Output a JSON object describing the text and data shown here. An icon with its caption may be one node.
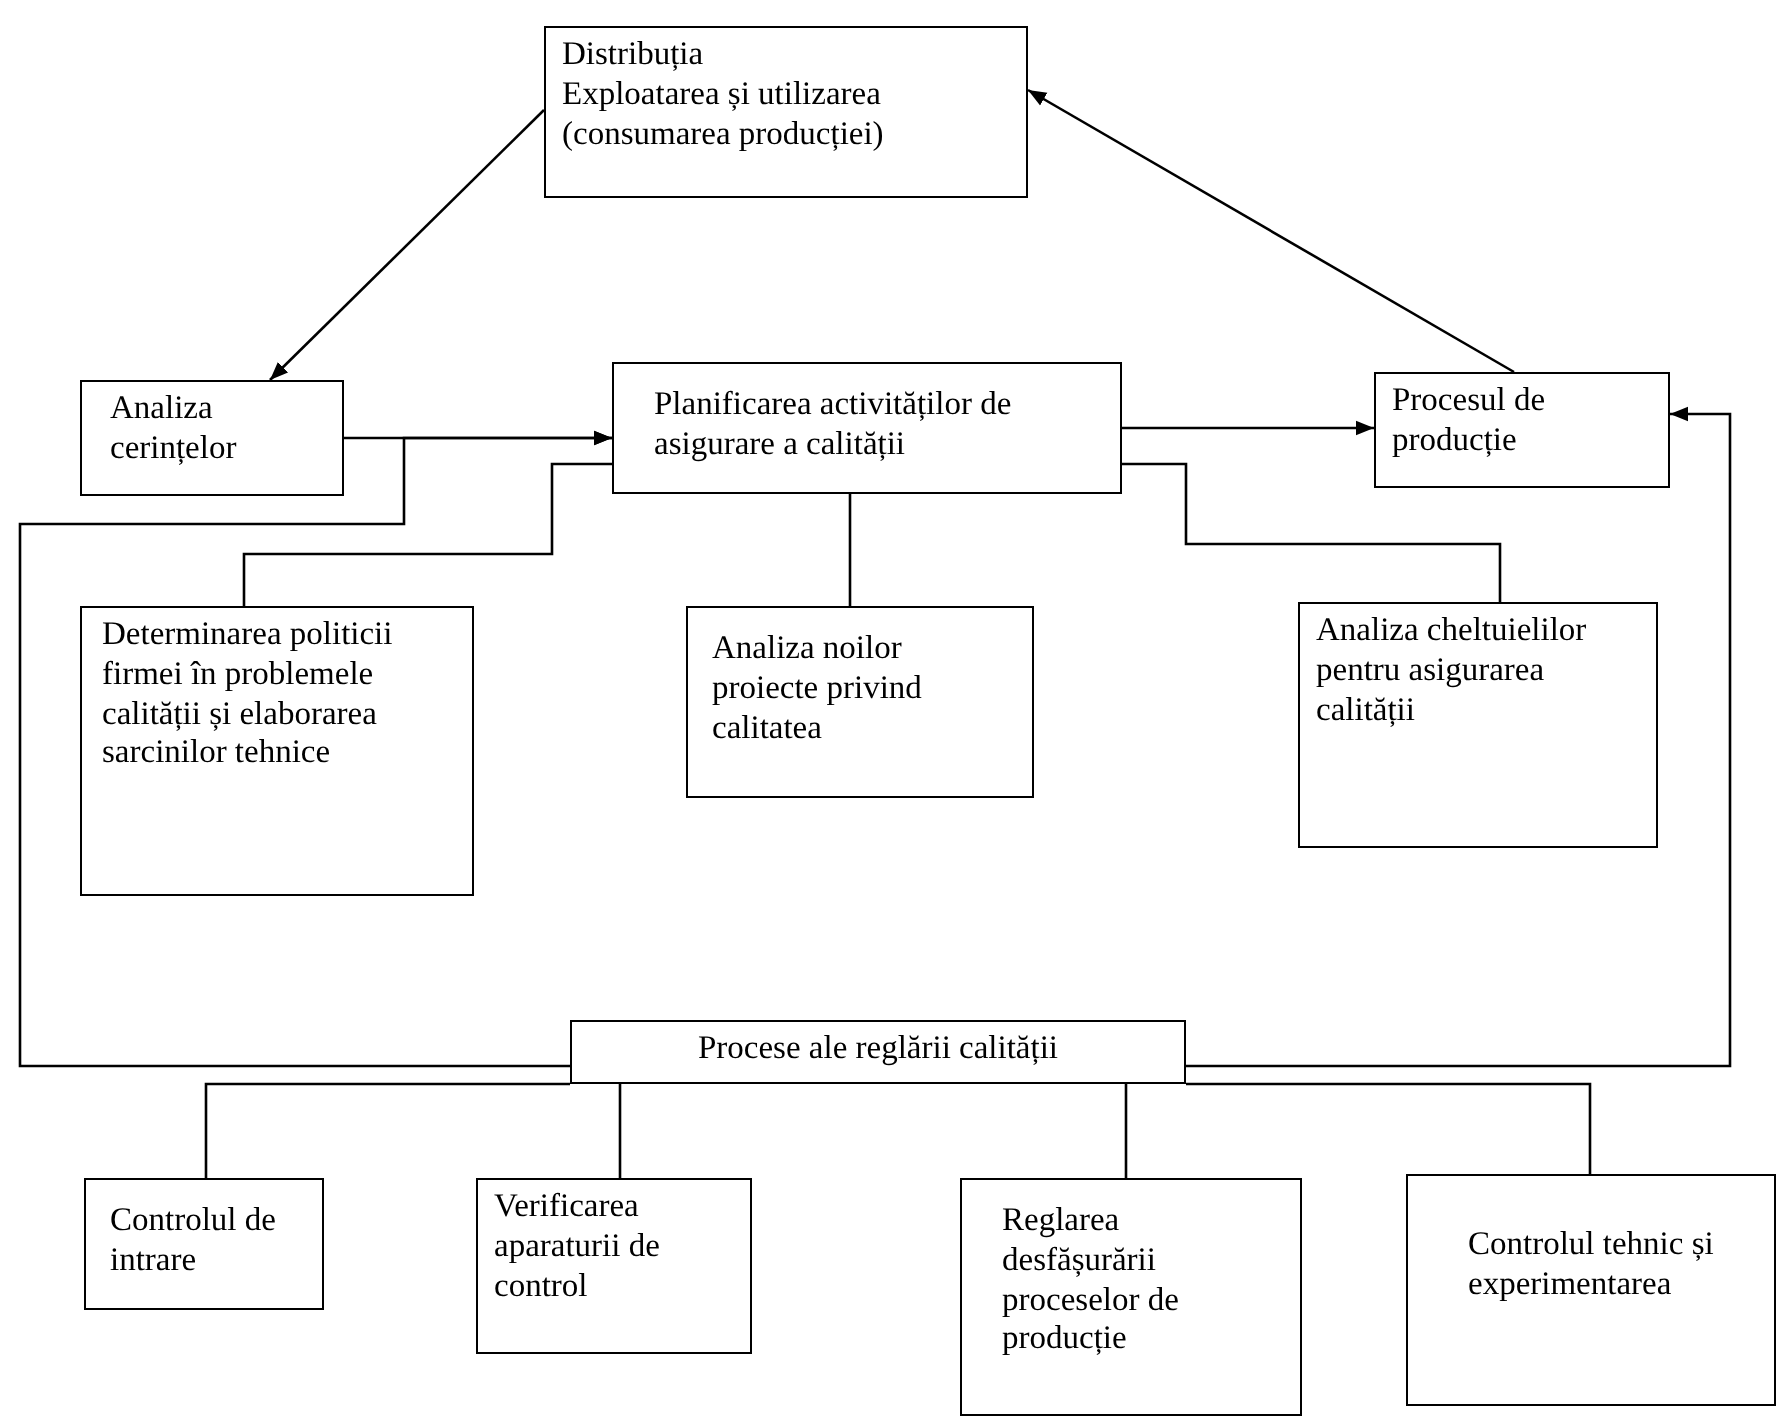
{
  "diagram": {
    "nodes": [
      {
        "text": [
          "Distribuția",
          "Exploatarea și utilizarea (consumarea producției)"
        ]
      },
      {
        "text": [
          "Analiza cerințelor"
        ]
      },
      {
        "text": [
          "Planificarea activităților de asigurare a calității"
        ]
      },
      {
        "text": [
          "Procesul de producție"
        ]
      },
      {
        "text": [
          "Determinarea politicii firmei în problemele calității și elaborarea sarcinilor tehnice"
        ]
      },
      {
        "text": [
          "Analiza noilor proiecte privind calitatea"
        ]
      },
      {
        "text": [
          "Analiza cheltuielilor pentru asigurarea calității"
        ]
      },
      {
        "text": [
          "Procese ale reglării calității"
        ]
      },
      {
        "text": [
          "Controlul de intrare"
        ]
      },
      {
        "text": [
          "Verificarea aparaturii de control"
        ]
      },
      {
        "text": [
          "Reglarea desfășurării proceselor de producție"
        ]
      },
      {
        "text": [
          "Controlul tehnic și experimentarea"
        ]
      }
    ],
    "edges": [
      {
        "from": 0,
        "to": 1,
        "arrow": "to"
      },
      {
        "from": 3,
        "to": 0,
        "arrow": "to"
      },
      {
        "from": 1,
        "to": 2,
        "arrow": "to"
      },
      {
        "from": 2,
        "to": 3,
        "arrow": "to"
      },
      {
        "from": 4,
        "to": 2,
        "arrow": "none"
      },
      {
        "from": 5,
        "to": 2,
        "arrow": "none"
      },
      {
        "from": 6,
        "to": 2,
        "arrow": "none"
      },
      {
        "from": 7,
        "to": 2,
        "arrow": "to"
      },
      {
        "from": 7,
        "to": 3,
        "arrow": "to"
      },
      {
        "from": 7,
        "to": 8,
        "arrow": "none"
      },
      {
        "from": 7,
        "to": 9,
        "arrow": "none"
      },
      {
        "from": 7,
        "to": 10,
        "arrow": "none"
      },
      {
        "from": 7,
        "to": 11,
        "arrow": "none"
      }
    ]
  }
}
